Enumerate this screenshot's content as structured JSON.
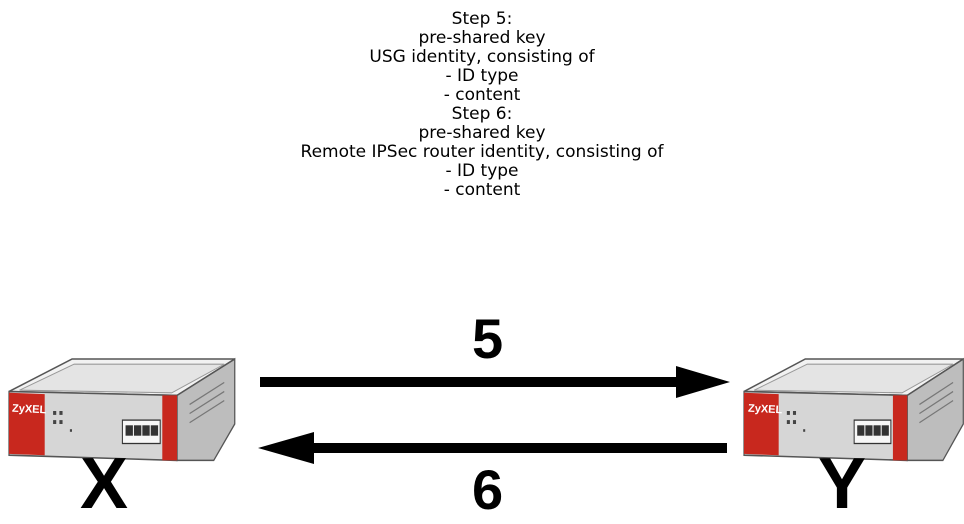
{
  "notes": [
    "Step 5:",
    "pre-shared key",
    "USG identity, consisting of",
    "- ID type",
    "- content",
    "Step 6:",
    "pre-shared key",
    "Remote IPSec router identity, consisting of",
    "- ID type",
    "- content"
  ],
  "arrow_top_label": "5",
  "arrow_bottom_label": "6",
  "left_device": {
    "label": "X",
    "logo": "ZyXEL"
  },
  "right_device": {
    "label": "Y",
    "logo": "ZyXEL"
  },
  "colors": {
    "device_body": "#d9d9d9",
    "device_top": "#eeeeee",
    "brand_red": "#c8281e",
    "arrow": "#000000"
  }
}
